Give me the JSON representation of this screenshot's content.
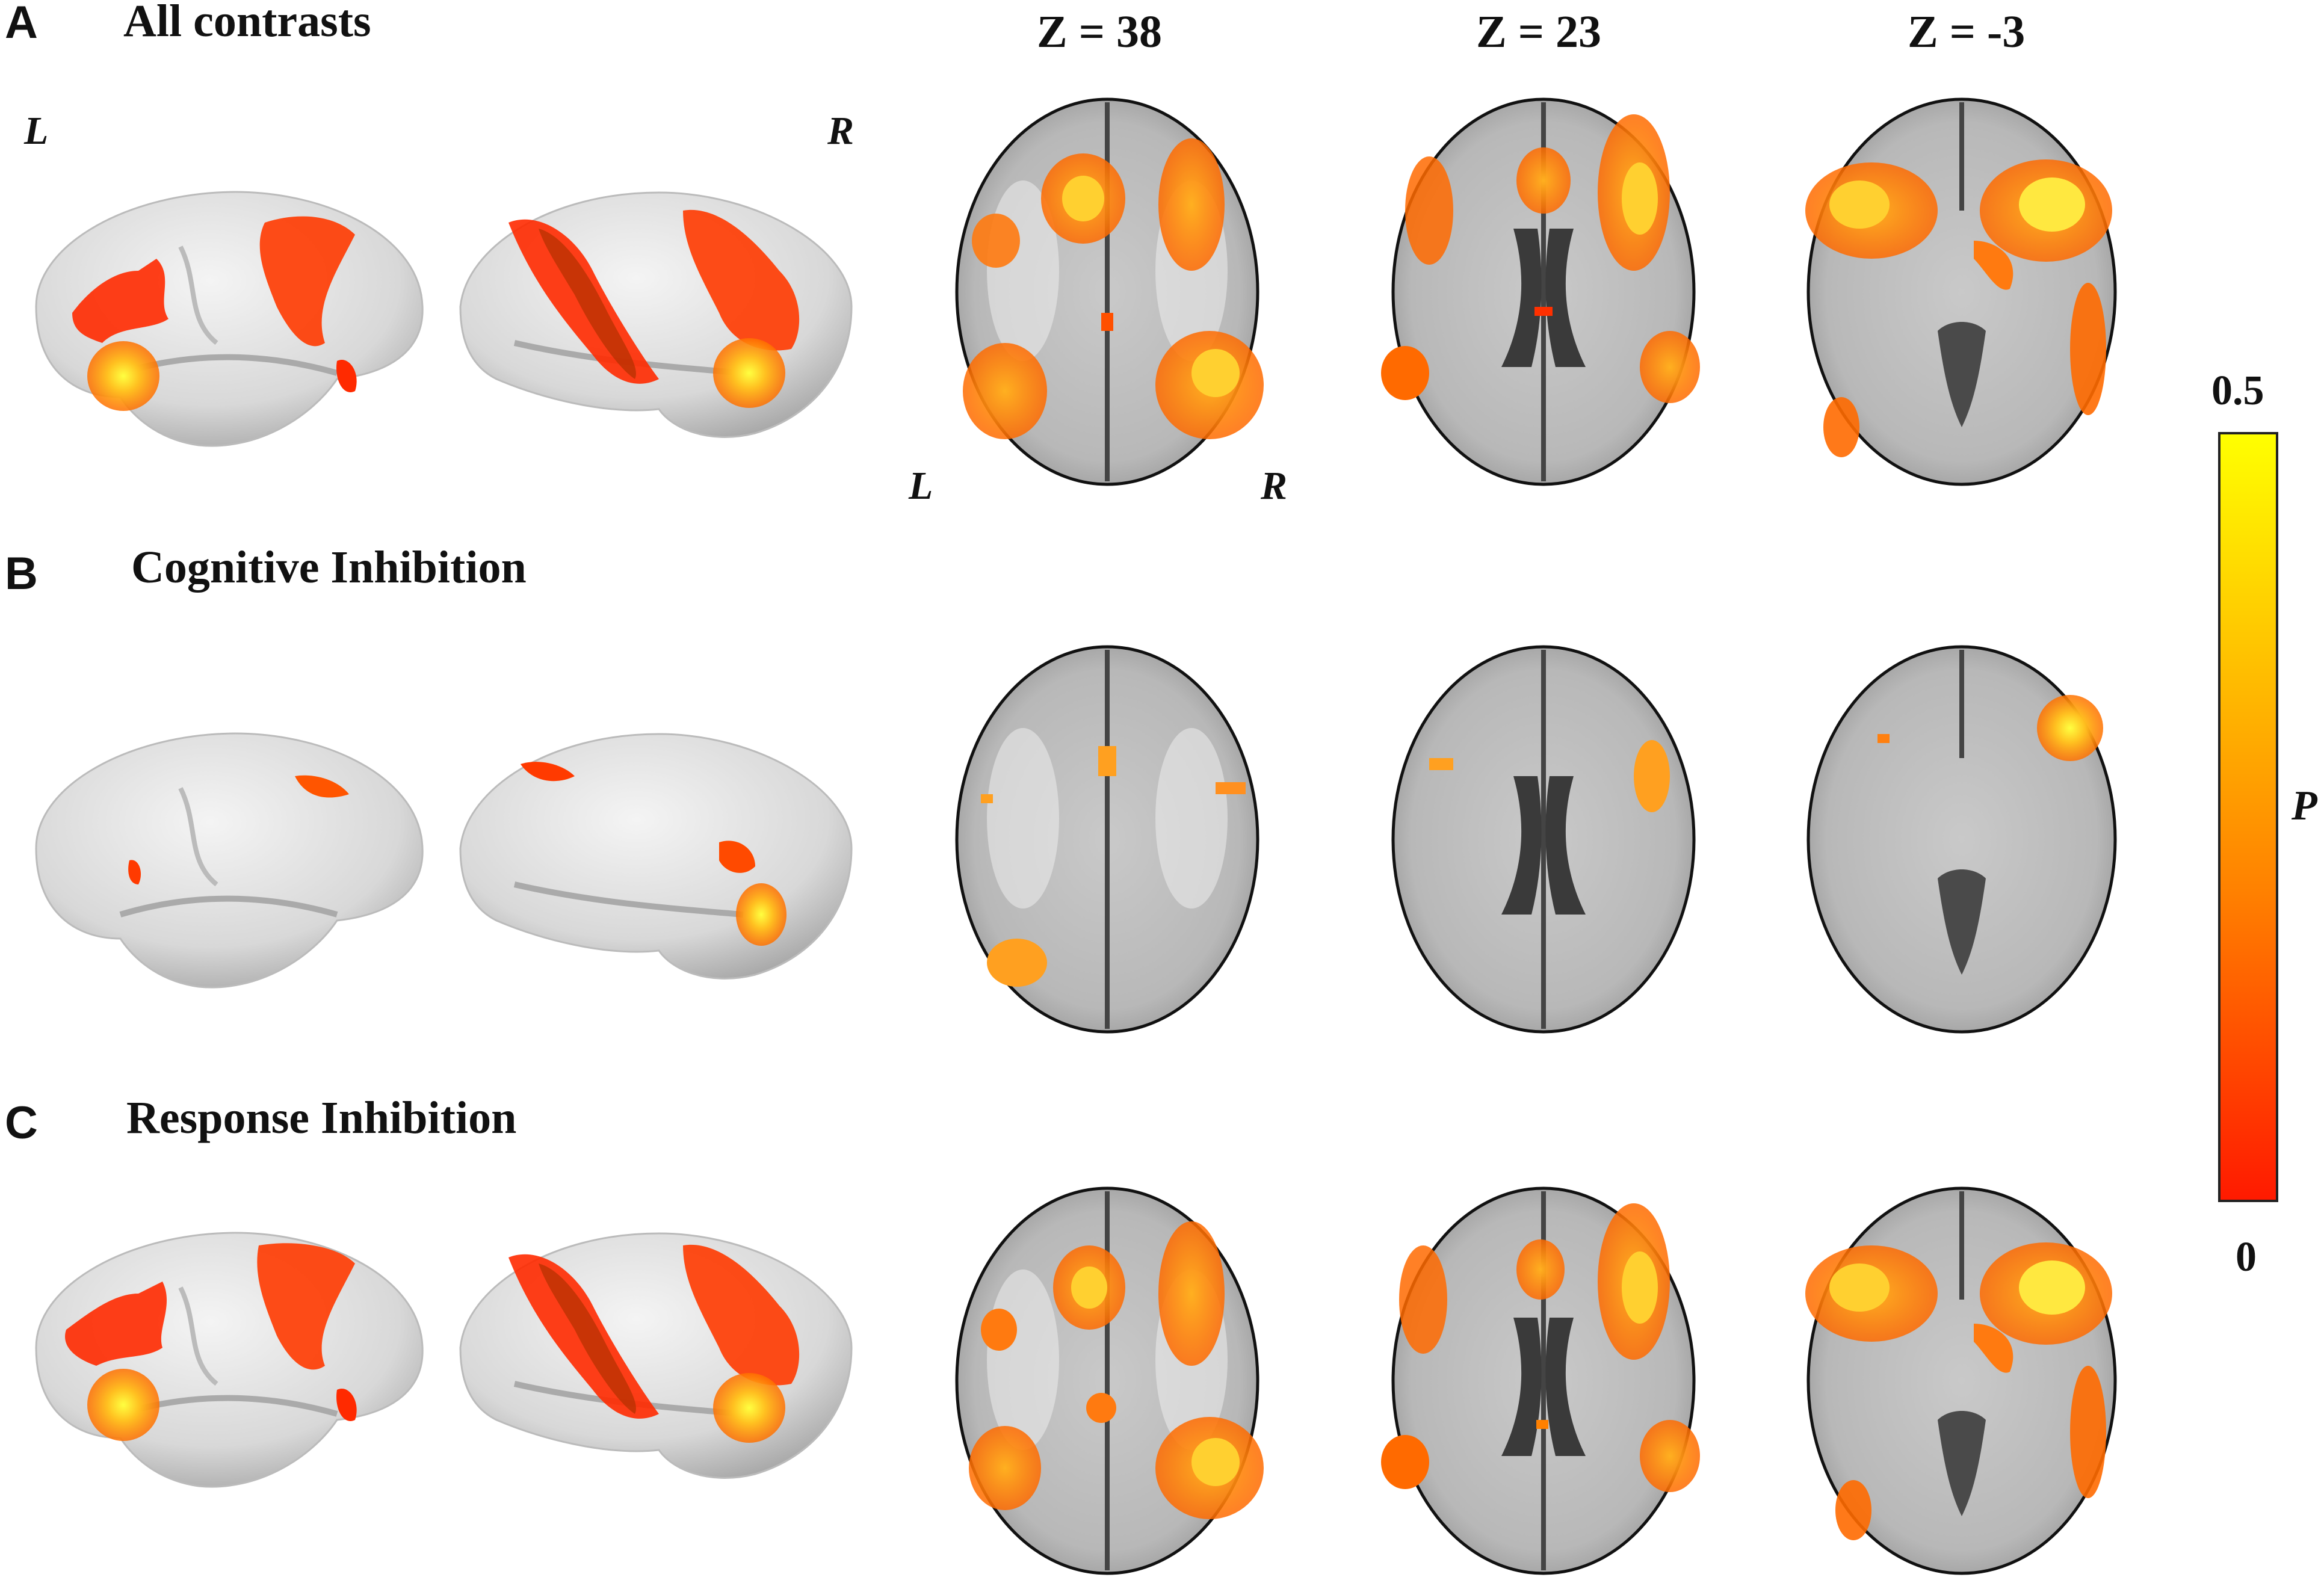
{
  "columns": {
    "z_slices": [
      "Z = 38",
      "Z = 23",
      "Z = -3"
    ]
  },
  "hemisphere_labels": {
    "surface_left": "L",
    "surface_right": "R",
    "axial_left": "L",
    "axial_right": "R"
  },
  "panels": [
    {
      "letter": "A",
      "title": "All contrasts"
    },
    {
      "letter": "B",
      "title": "Cognitive Inhibition"
    },
    {
      "letter": "C",
      "title": "Response Inhibition"
    }
  ],
  "colorbar": {
    "max_label": "0.5",
    "min_label": "0",
    "variable_label": "P",
    "colors": [
      "#ffff00",
      "#ffc000",
      "#ff8000",
      "#ff1a00"
    ]
  }
}
